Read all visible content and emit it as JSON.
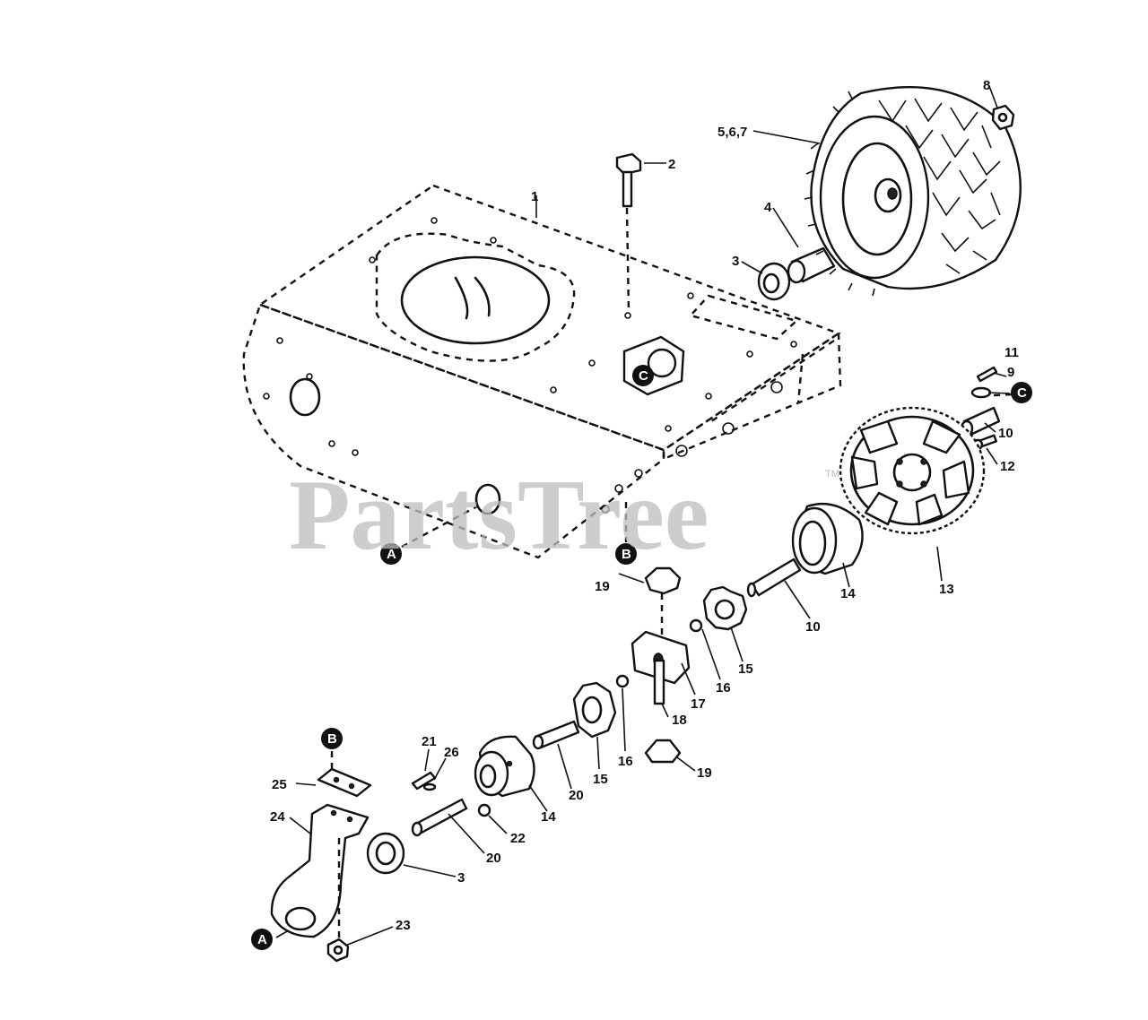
{
  "callouts": {
    "c1": "1",
    "c2": "2",
    "c3a": "3",
    "c3b": "3",
    "c4": "4",
    "c567": "5,6,7",
    "c8": "8",
    "c9": "9",
    "c10a": "10",
    "c10b": "10",
    "c11": "11",
    "c12": "12",
    "c13": "13",
    "c14a": "14",
    "c14b": "14",
    "c15a": "15",
    "c15b": "15",
    "c16a": "16",
    "c16b": "16",
    "c17": "17",
    "c18": "18",
    "c19a": "19",
    "c19b": "19",
    "c20a": "20",
    "c20b": "20",
    "c21": "21",
    "c22": "22",
    "c23": "23",
    "c24": "24",
    "c25": "25",
    "c26": "26"
  },
  "markers": {
    "a1": "A",
    "a2": "A",
    "b1": "B",
    "b2": "B",
    "c1": "C",
    "c2": "C"
  },
  "watermark": {
    "text": "PartsTree",
    "trademark": "TM"
  }
}
